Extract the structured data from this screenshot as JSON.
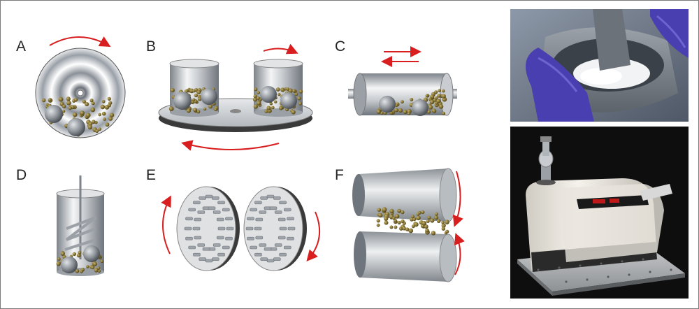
{
  "figure": {
    "panels": [
      {
        "id": "A",
        "label": "A"
      },
      {
        "id": "B",
        "label": "B"
      },
      {
        "id": "C",
        "label": "C"
      },
      {
        "id": "D",
        "label": "D"
      },
      {
        "id": "E",
        "label": "E"
      },
      {
        "id": "F",
        "label": "F"
      }
    ],
    "photos": [
      {
        "id": "mortar-pestle",
        "icon": "mortar-and-pestle-photo"
      },
      {
        "id": "mixer-mill",
        "icon": "mixer-mill-device-photo"
      }
    ],
    "colors": {
      "arrow": "#d81e1e",
      "steel": "#a8adb2",
      "ball": "#8a8f94",
      "particle": "#7a6a2e",
      "dark_background": "#111111",
      "glove": "#4a3fb0"
    }
  }
}
